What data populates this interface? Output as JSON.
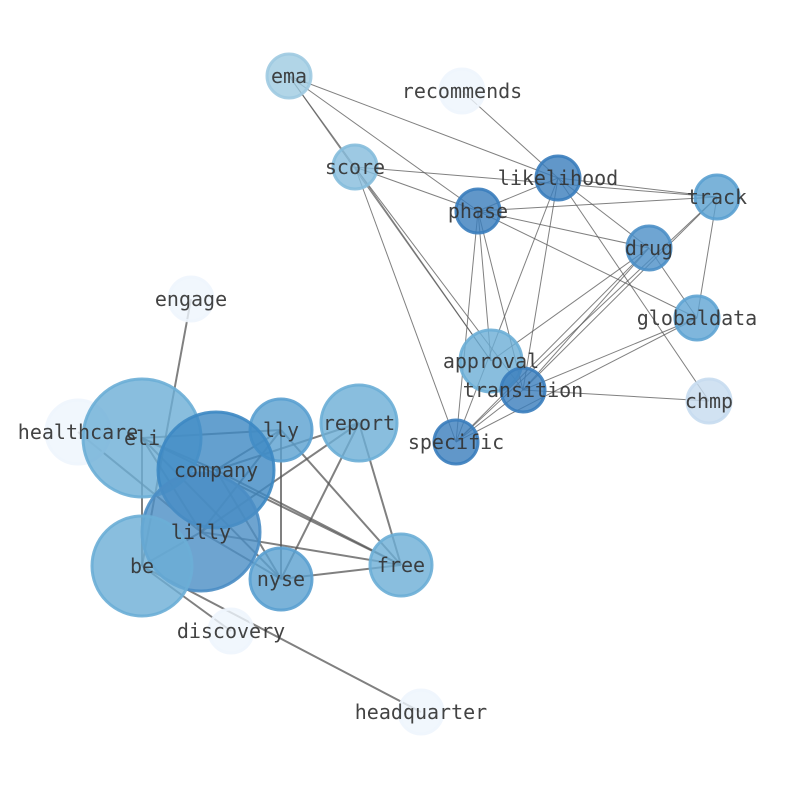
{
  "graph": {
    "type": "network",
    "nodes": [
      {
        "id": "ema",
        "label": "ema",
        "color": "#9ecae1"
      },
      {
        "id": "recommends",
        "label": "recommends",
        "color": "#eef5fd"
      },
      {
        "id": "score",
        "label": "score",
        "color": "#85bcdc"
      },
      {
        "id": "likelihood",
        "label": "likelihood",
        "color": "#3a7dbc"
      },
      {
        "id": "phase",
        "label": "phase",
        "color": "#3a7dbc"
      },
      {
        "id": "track",
        "label": "track",
        "color": "#5aa0d0"
      },
      {
        "id": "drug",
        "label": "drug",
        "color": "#4b8fc7"
      },
      {
        "id": "globaldata",
        "label": "globaldata",
        "color": "#5fa4d3"
      },
      {
        "id": "approval",
        "label": "approval",
        "color": "#6baed6"
      },
      {
        "id": "transition",
        "label": "transition",
        "color": "#3a7dbc"
      },
      {
        "id": "chmp",
        "label": "chmp",
        "color": "#c6dbef"
      },
      {
        "id": "specific",
        "label": "specific",
        "color": "#3a7dbc"
      },
      {
        "id": "engage",
        "label": "engage",
        "color": "#eef5fd"
      },
      {
        "id": "healthcare",
        "label": "healthcare",
        "color": "#eef5fd"
      },
      {
        "id": "eli",
        "label": "eli",
        "color": "#6baed6"
      },
      {
        "id": "lly",
        "label": "lly",
        "color": "#5aa0d0"
      },
      {
        "id": "report",
        "label": "report",
        "color": "#6baed6"
      },
      {
        "id": "company",
        "label": "company",
        "color": "#3d88c3"
      },
      {
        "id": "lilly",
        "label": "lilly",
        "color": "#4a8dc4"
      },
      {
        "id": "be",
        "label": "be",
        "color": "#6baed6"
      },
      {
        "id": "nyse",
        "label": "nyse",
        "color": "#5aa0d0"
      },
      {
        "id": "free",
        "label": "free",
        "color": "#6baed6"
      },
      {
        "id": "discovery",
        "label": "discovery",
        "color": "#eef5fd"
      },
      {
        "id": "headquarter",
        "label": "headquarter",
        "color": "#eef5fd"
      }
    ],
    "edges": [
      [
        "ema",
        "likelihood"
      ],
      [
        "ema",
        "phase"
      ],
      [
        "ema",
        "score"
      ],
      [
        "ema",
        "approval"
      ],
      [
        "recommends",
        "likelihood"
      ],
      [
        "score",
        "track"
      ],
      [
        "score",
        "phase"
      ],
      [
        "score",
        "transition"
      ],
      [
        "score",
        "approval"
      ],
      [
        "score",
        "specific"
      ],
      [
        "likelihood",
        "phase"
      ],
      [
        "likelihood",
        "track"
      ],
      [
        "likelihood",
        "drug"
      ],
      [
        "likelihood",
        "chmp"
      ],
      [
        "likelihood",
        "specific"
      ],
      [
        "likelihood",
        "transition"
      ],
      [
        "phase",
        "track"
      ],
      [
        "phase",
        "drug"
      ],
      [
        "phase",
        "globaldata"
      ],
      [
        "phase",
        "specific"
      ],
      [
        "phase",
        "approval"
      ],
      [
        "phase",
        "transition"
      ],
      [
        "track",
        "specific"
      ],
      [
        "track",
        "transition"
      ],
      [
        "track",
        "globaldata"
      ],
      [
        "drug",
        "specific"
      ],
      [
        "drug",
        "approval"
      ],
      [
        "drug",
        "transition"
      ],
      [
        "drug",
        "globaldata"
      ],
      [
        "globaldata",
        "specific"
      ],
      [
        "globaldata",
        "transition"
      ],
      [
        "transition",
        "chmp"
      ],
      [
        "transition",
        "specific"
      ],
      [
        "engage",
        "be"
      ],
      [
        "healthcare",
        "lilly"
      ],
      [
        "eli",
        "lly"
      ],
      [
        "eli",
        "company"
      ],
      [
        "eli",
        "lilly"
      ],
      [
        "eli",
        "nyse"
      ],
      [
        "eli",
        "free"
      ],
      [
        "eli",
        "be"
      ],
      [
        "company",
        "report"
      ],
      [
        "company",
        "lly"
      ],
      [
        "company",
        "nyse"
      ],
      [
        "company",
        "free"
      ],
      [
        "lilly",
        "lly"
      ],
      [
        "lilly",
        "report"
      ],
      [
        "lilly",
        "free"
      ],
      [
        "lilly",
        "nyse"
      ],
      [
        "lilly",
        "be"
      ],
      [
        "lly",
        "nyse"
      ],
      [
        "lly",
        "free"
      ],
      [
        "report",
        "nyse"
      ],
      [
        "report",
        "free"
      ],
      [
        "nyse",
        "free"
      ],
      [
        "be",
        "headquarter"
      ],
      [
        "be",
        "discovery"
      ]
    ]
  }
}
